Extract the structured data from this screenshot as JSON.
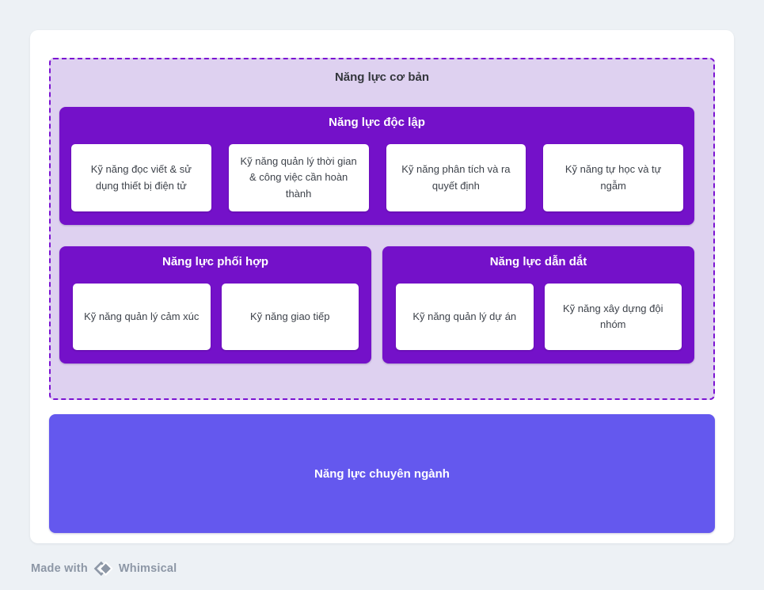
{
  "colors": {
    "page_bg": "#EDF1F5",
    "canvas_bg": "#FFFFFF",
    "group_fill": "#DED1F0",
    "group_border": "#7B12D2",
    "section_fill": "#7411C9",
    "bottom_box_fill": "#6458EE",
    "group_title_text": "#33363C",
    "card_text": "#3D424A",
    "footer_text": "#8D97A6"
  },
  "diagram": {
    "group": {
      "title": "Năng lực cơ bản",
      "sections": [
        {
          "title": "Năng lực độc lập",
          "items": [
            "Kỹ năng đọc viết & sử dụng thiết bị điện tử",
            "Kỹ năng quản lý thời gian & công việc cần hoàn thành",
            "Kỹ năng phân tích và ra quyết định",
            "Kỹ năng tự học và tự ngẫm"
          ]
        },
        {
          "title": "Năng lực phối hợp",
          "items": [
            "Kỹ năng quản lý cảm xúc",
            "Kỹ năng giao tiếp"
          ]
        },
        {
          "title": "Năng lực dẫn dắt",
          "items": [
            "Kỹ năng quản lý dự án",
            "Kỹ năng xây dựng đội nhóm"
          ]
        }
      ]
    },
    "bottom_box": {
      "title": "Năng lực chuyên ngành"
    }
  },
  "footer": {
    "made_with": "Made with",
    "brand": "Whimsical"
  }
}
